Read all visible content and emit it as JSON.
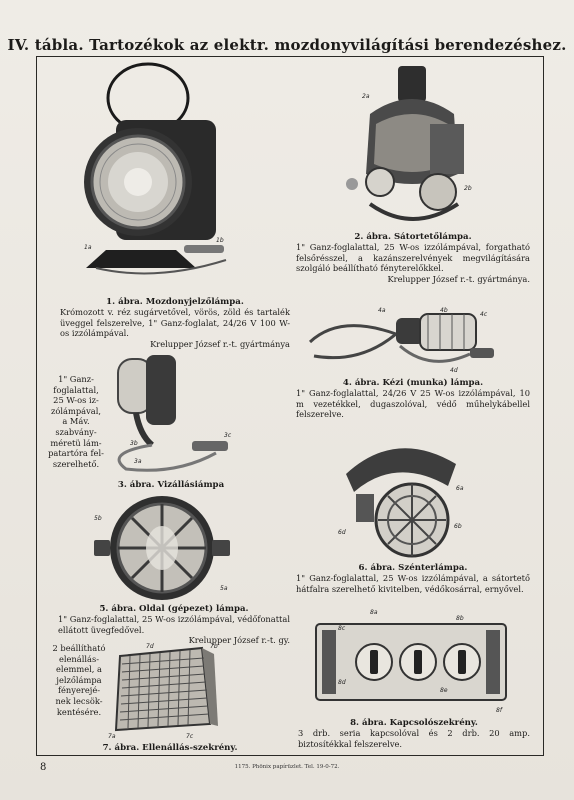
{
  "title": "IV. tábla. Tartozékok az elektr. mozdonyvilágítási berendezéshez.",
  "figures": {
    "f1": {
      "heading": "1. ábra. Mozdonyjelzőlámpa.",
      "body": "Krómozott v. réz sugárvetővel, vörös, zöld és tartalék üveggel felszerelve, 1\" Ganz-foglalat, 24/26 V 100 W-os izzólámpával.",
      "maker": "Krelupper József r.-t. gyártmánya",
      "labels": [
        "1a",
        "1b"
      ]
    },
    "f2": {
      "heading": "2. ábra. Sátortetőlámpa.",
      "body": "1\" Ganz-foglalattal, 25 W-os izzólámpával, forgatható felsőrésszel, a kazánszerelvények megvilágítására szolgáló beállítható fényterelőkkel.",
      "maker": "Krelupper József r.-t. gyártmánya.",
      "labels": [
        "2a",
        "2b"
      ]
    },
    "f3": {
      "heading": "3. ábra. Vizállásiámpa",
      "side": [
        "1\" Ganz-",
        "foglalattal,",
        "25 W-os iz-",
        "zólámpával,",
        "a Máv.",
        "szabvány-",
        "méretü lám-",
        "patartóra fel-",
        "szerelhető."
      ],
      "labels": [
        "3a",
        "3b",
        "3c"
      ]
    },
    "f4": {
      "heading": "4. ábra. Kézi (munka) lámpa.",
      "body": "1\" Ganz-foglalattal, 24/26 V 25 W-os izzólámpával, 10 m vezetékkel, dugaszolóval, védő műhelykábellel felszerelve.",
      "labels": [
        "4a",
        "4b",
        "4c",
        "4d"
      ]
    },
    "f5": {
      "heading": "5. ábra. Oldal (gépezet) lámpa.",
      "body": "1\" Ganz-foglalattal, 25 W-os izzólámpával, védőfonattal ellátott üvegfedővel.",
      "maker": "Krelupper József r.-t. gy.",
      "labels": [
        "5b",
        "5a"
      ]
    },
    "f6": {
      "heading": "6. ábra. Szénterlámpa.",
      "body": "1\" Ganz-foglalattal, 25 W-os izzólámpával, a sátortető hátfalra szerelhető kivitelben, védőkosárral, ernyővel.",
      "labels": [
        "6a",
        "6d",
        "6b"
      ]
    },
    "f7": {
      "heading": "7. ábra. Ellenállás-szekrény.",
      "side": [
        "2 beállítható",
        "elenállás-",
        "elemmel, a",
        "jelzőlámpa",
        "fényerejé-",
        "nek lecsök-",
        "kentésére."
      ],
      "labels": [
        "7a",
        "7b",
        "7c"
      ]
    },
    "f8": {
      "heading": "8. ábra. Kapcsolószekrény.",
      "body": "3 drb. seria kapcsolóval és 2 drb. 20 amp. biztosítékkal felszerelve.",
      "labels": [
        "8a",
        "8b",
        "8c",
        "8d",
        "8e",
        "8f"
      ]
    }
  },
  "footer": {
    "page_number": "8",
    "printer": "1175. Phönix papírüzlet. Tel. 19-0-72."
  }
}
